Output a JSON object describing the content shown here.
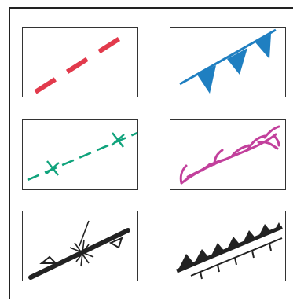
{
  "legend": {
    "symbols": [
      {
        "icon": "dashed-line-symbol",
        "color": "#e23a4c"
      },
      {
        "icon": "triangle-barbed-line-symbol",
        "color": "#1f7fc1"
      },
      {
        "icon": "cross-tick-dashed-line-symbol",
        "color": "#10a37c"
      },
      {
        "icon": "branching-tributary-symbol",
        "color": "#c2409c"
      },
      {
        "icon": "line-with-triangles-and-star-symbol",
        "color": "#222222"
      },
      {
        "icon": "sawtooth-double-line-symbol",
        "color": "#222222"
      }
    ]
  }
}
